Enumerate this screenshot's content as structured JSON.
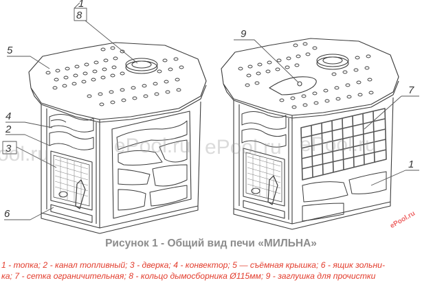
{
  "callouts": {
    "left": [
      "8",
      "1",
      "5",
      "4",
      "2",
      "3",
      "6"
    ],
    "right": [
      "9",
      "7",
      "1"
    ]
  },
  "watermarks": [
    "ool.ru",
    "ePool.ru",
    "ePool.ru",
    "ePool.ru",
    "ePool.ru"
  ],
  "caption": "Рисунок 1 - Общий вид печи «МИЛЬНА»",
  "legend": [
    "1 - топка; 2 - канал топливный; 3 - дверка; 4 - конвектор; 5 — съёмная крышка; 6 - ящик зольни-",
    "ка; 7 - сетка ограничительная; 8 - кольцо дымосборника Ø115мм; 9 - заглушка для прочистки"
  ],
  "colors": {
    "line": "#3a3a3a",
    "legend": "#e23a2a",
    "caption": "#8c8c8c"
  }
}
